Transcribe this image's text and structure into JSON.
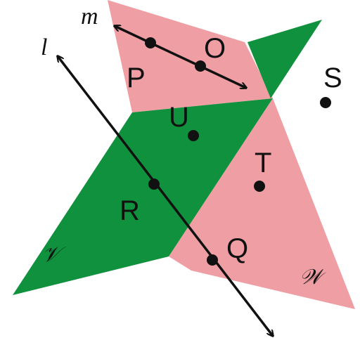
{
  "diagram": {
    "colors": {
      "plane_w": "#ef9ea4",
      "plane_v": "#10913d",
      "ink": "#111111",
      "background": "#ffffff"
    },
    "planes": [
      {
        "id": "W",
        "label": "𝒲"
      },
      {
        "id": "V",
        "label": "𝒱"
      }
    ],
    "lines": [
      {
        "id": "l",
        "label": "l"
      },
      {
        "id": "m",
        "label": "m"
      }
    ],
    "points": [
      {
        "id": "P",
        "label": "P"
      },
      {
        "id": "O",
        "label": "O"
      },
      {
        "id": "S",
        "label": "S"
      },
      {
        "id": "U",
        "label": "U"
      },
      {
        "id": "T",
        "label": "T"
      },
      {
        "id": "R",
        "label": "R"
      },
      {
        "id": "Q",
        "label": "Q"
      }
    ]
  }
}
